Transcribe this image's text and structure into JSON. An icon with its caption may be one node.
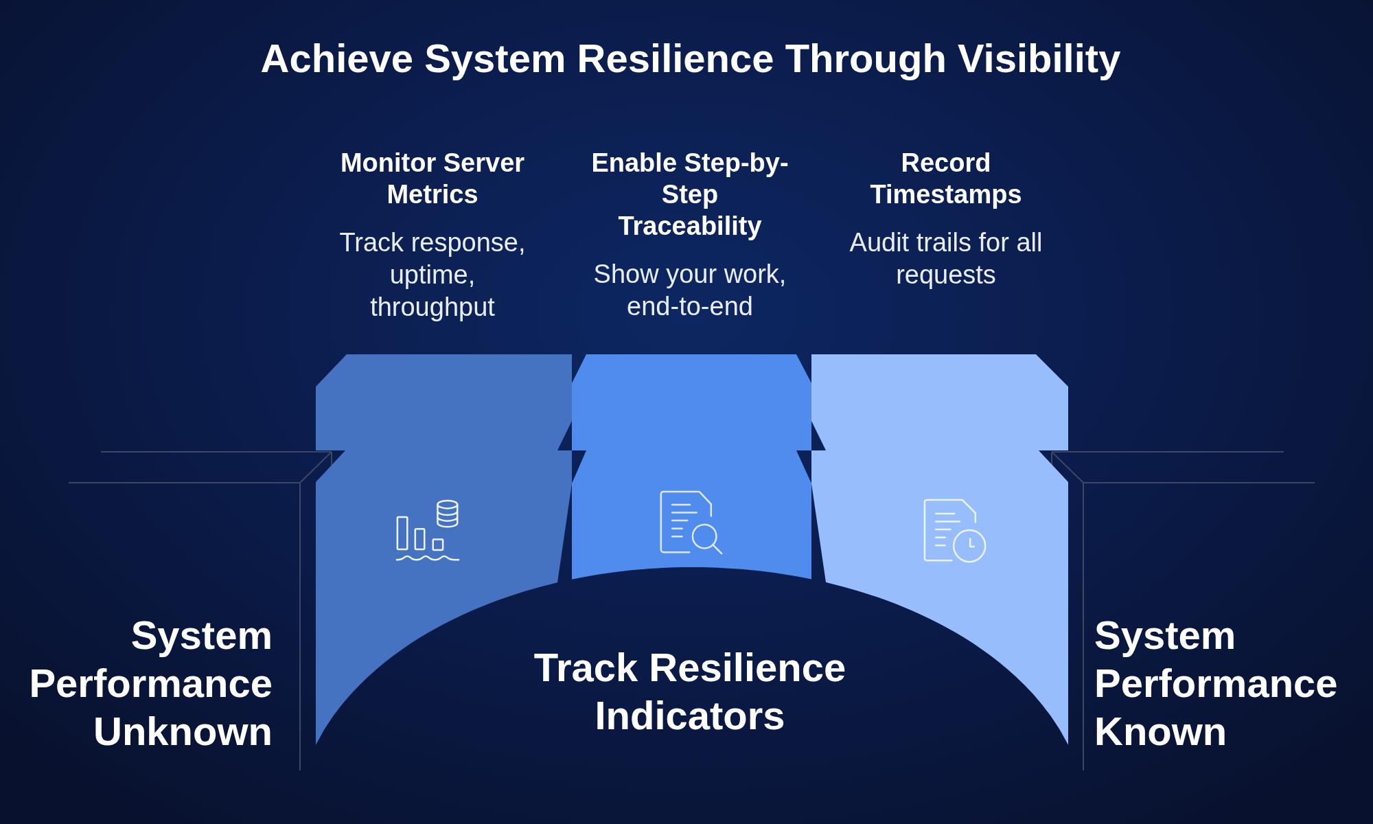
{
  "diagram": {
    "title": "Achieve System Resilience Through Visibility",
    "nodes": [
      {
        "text": [
          "Monitor Server Metrics",
          "Track response, uptime, throughput"
        ]
      },
      {
        "text": [
          "Enable Step-by-Step Traceability",
          "Show your work, end-to-end"
        ]
      },
      {
        "text": [
          "Record Timestamps",
          "Audit trails for all requests"
        ]
      }
    ],
    "labels": [
      "System Performance Unknown",
      "Track Resilience Indicators",
      "System Performance Known"
    ]
  }
}
